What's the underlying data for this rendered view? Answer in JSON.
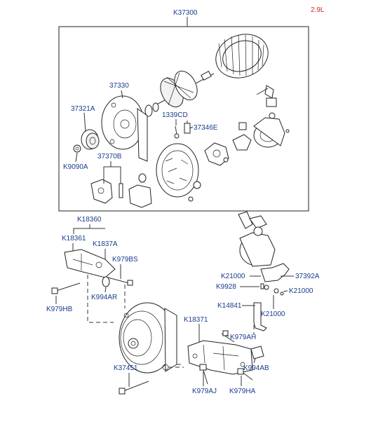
{
  "engine_label": "2.9L",
  "colors": {
    "label": "#1a3a8c",
    "engine": "#d22a2a",
    "line": "#333333"
  },
  "labels": {
    "k37300": "K37300",
    "p37330": "37330",
    "p37321a": "37321A",
    "k1339cd": "1339CD",
    "p37346e": "37346E",
    "k9090a": "K9090A",
    "p37370b": "37370B",
    "k18360": "K18360",
    "k18361": "K18361",
    "k1837a": "K1837A",
    "k979bs": "K979BS",
    "k979hb": "K979HB",
    "k994ar": "K994AR",
    "k21000_a": "K21000",
    "p37392a": "37392A",
    "k9928": "K9928",
    "k21000_b": "K21000",
    "k14841": "K14841",
    "k21000_c": "K21000",
    "k18371": "K18371",
    "k979ah": "K979AH",
    "k37451": "K37451",
    "k994ab": "K994AB",
    "k979aj": "K979AJ",
    "k979ha": "K979HA"
  }
}
